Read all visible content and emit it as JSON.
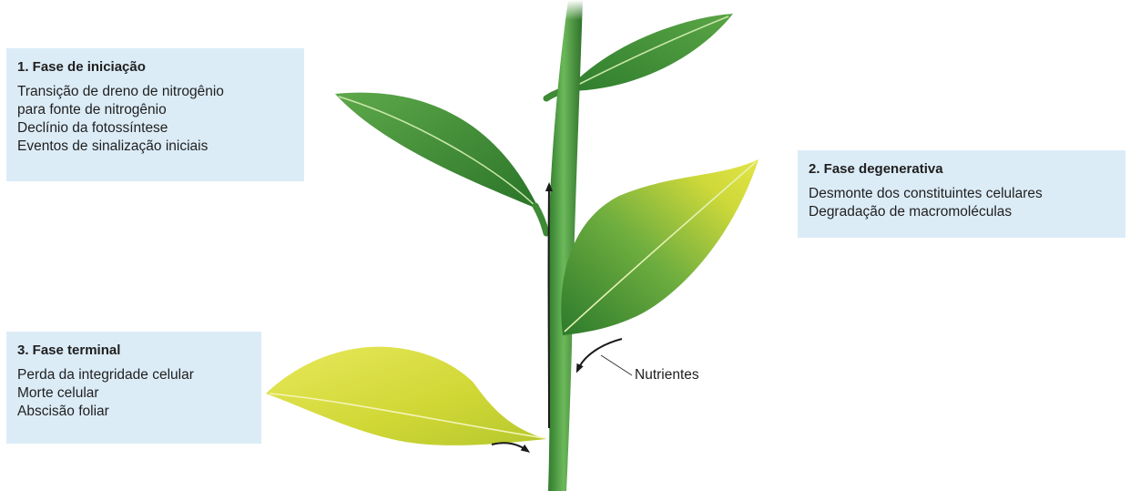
{
  "phases": [
    {
      "title": "1. Fase de iniciação",
      "lines": [
        "Transição de dreno de nitrogênio",
        "para fonte de nitrogênio",
        "Declínio da fotossíntese",
        "Eventos de sinalização iniciais"
      ]
    },
    {
      "title": "2. Fase degenerativa",
      "lines": [
        "Desmonte dos constituintes celulares",
        "Degradação de macromoléculas"
      ]
    },
    {
      "title": "3. Fase terminal",
      "lines": [
        "Perda da integridade celular",
        "Morte celular",
        "Abscisão foliar"
      ]
    }
  ],
  "callout_label": "Nutrientes",
  "colors": {
    "box_background": "#dcecf7",
    "leaf_green": "#3e8a35",
    "leaf_yellow": "#d6dc3a",
    "stem": "#4a9640",
    "arrow": "#1a1a1a"
  }
}
